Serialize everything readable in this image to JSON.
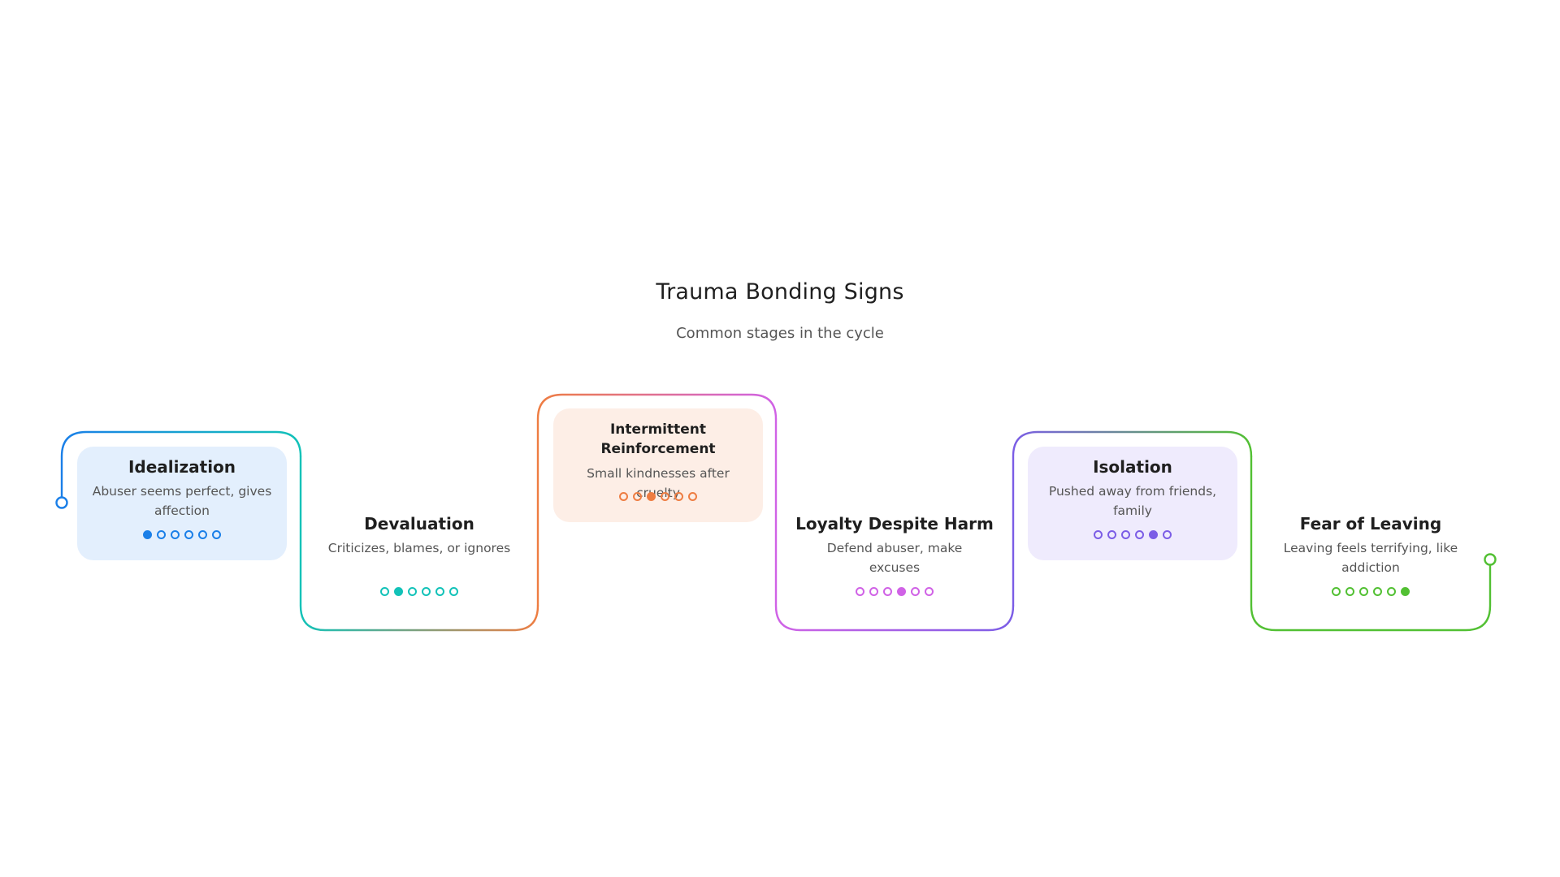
{
  "title": "Trauma Bonding Signs",
  "subtitle": "Common stages in the cycle",
  "stages": [
    {
      "title": "Idealization",
      "description": "Abuser seems perfect, gives affection",
      "dot_count": 6,
      "active_dot": 1,
      "color": "#1a7fe8",
      "fill": "#e3effd",
      "filled": true
    },
    {
      "title": "Devaluation",
      "description": "Criticizes, blames, or ignores",
      "dot_count": 6,
      "active_dot": 2,
      "color": "#12c2b8",
      "filled": false
    },
    {
      "title": "Intermittent Reinforcement",
      "description": "Small kindnesses after cruelty",
      "dot_count": 6,
      "active_dot": 3,
      "color": "#ee7d42",
      "fill": "#fdeee6",
      "filled": true
    },
    {
      "title": "Loyalty Despite Harm",
      "description": "Defend abuser, make excuses",
      "dot_count": 6,
      "active_dot": 4,
      "color": "#d062e6",
      "filled": false
    },
    {
      "title": "Isolation",
      "description": "Pushed away from friends, family",
      "dot_count": 6,
      "active_dot": 5,
      "color": "#7b5de6",
      "fill": "#efebfd",
      "filled": true
    },
    {
      "title": "Fear of Leaving",
      "description": "Leaving feels terrifying, like addiction",
      "dot_count": 6,
      "active_dot": 6,
      "color": "#52c033",
      "filled": false
    }
  ]
}
